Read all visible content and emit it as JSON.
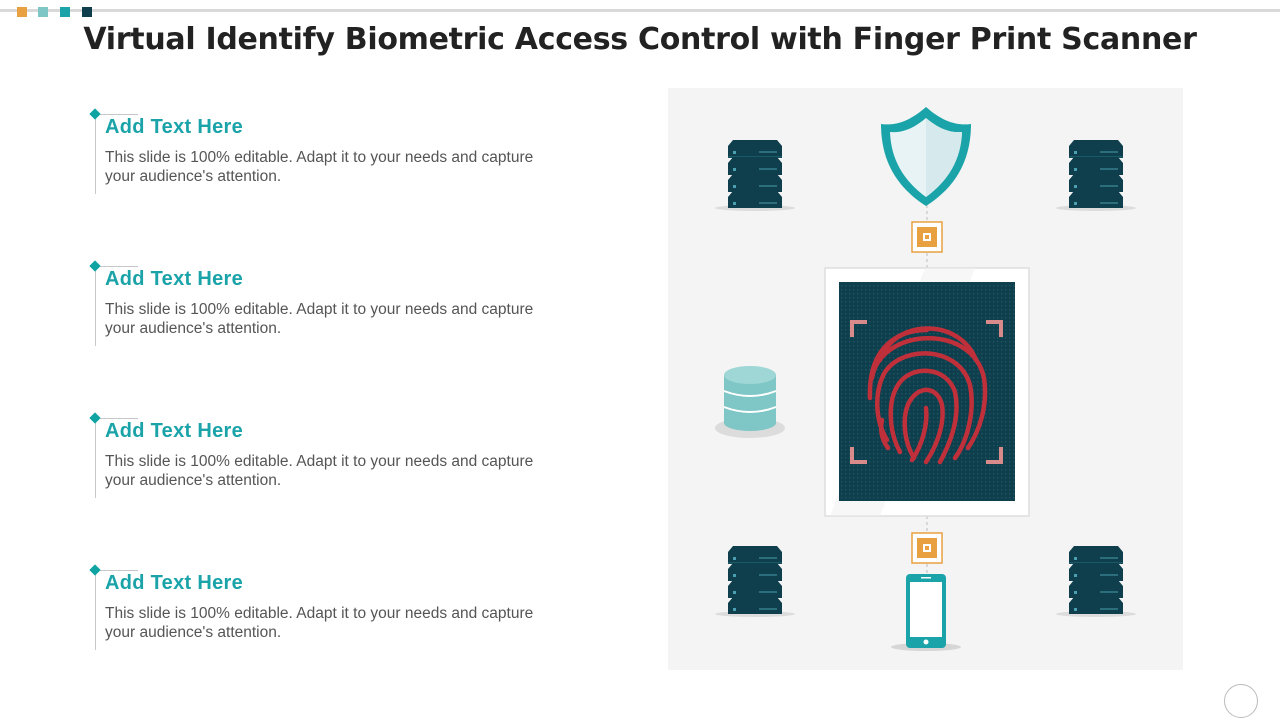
{
  "title": "Virtual Identify Biometric Access Control with Finger Print Scanner",
  "items": [
    {
      "heading": "Add Text Here",
      "body": "This slide is 100% editable. Adapt it to your needs and capture your audience's attention."
    },
    {
      "heading": "Add Text Here",
      "body": "This slide is 100% editable. Adapt it to your needs and capture your audience's attention."
    },
    {
      "heading": "Add Text Here",
      "body": "This slide is 100% editable. Adapt it to your needs and capture your audience's attention."
    },
    {
      "heading": "Add Text Here",
      "body": "This slide is 100% editable. Adapt it to your needs and capture your audience's attention."
    }
  ],
  "colors": {
    "teal": "#1aa3a8",
    "dark_teal": "#0f3e4c",
    "orange": "#e8a040",
    "fingerprint_red": "#c0303a",
    "bracket_pink": "#d98a8a",
    "panel_bg": "#f4f4f4"
  },
  "icons": [
    "server-icon",
    "shield-icon",
    "chip-icon",
    "fingerprint-scanner-icon",
    "database-icon",
    "smartphone-icon"
  ]
}
